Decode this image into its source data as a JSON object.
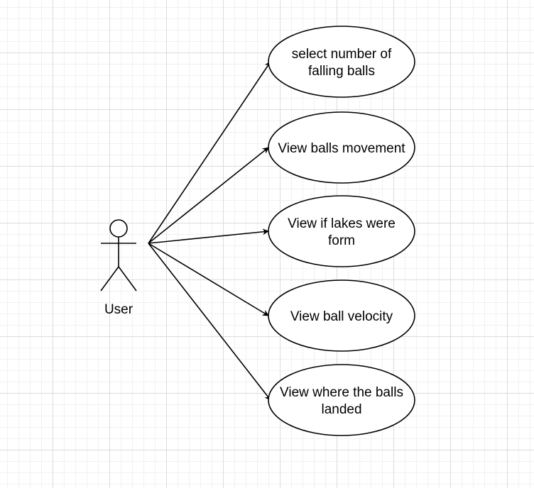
{
  "diagram": {
    "actor": {
      "label": "User",
      "icon": "stick-figure-icon"
    },
    "use_cases": [
      {
        "id": "uc-select-balls",
        "lines": [
          "select number of",
          "falling balls"
        ]
      },
      {
        "id": "uc-view-movement",
        "lines": [
          "View balls movement"
        ]
      },
      {
        "id": "uc-view-lakes",
        "lines": [
          "View if lakes were",
          "form"
        ]
      },
      {
        "id": "uc-view-velocity",
        "lines": [
          "View ball velocity"
        ]
      },
      {
        "id": "uc-view-landed",
        "lines": [
          "View where the balls",
          "landed"
        ]
      }
    ],
    "colors": {
      "stroke": "#000000",
      "fill": "#ffffff"
    }
  }
}
